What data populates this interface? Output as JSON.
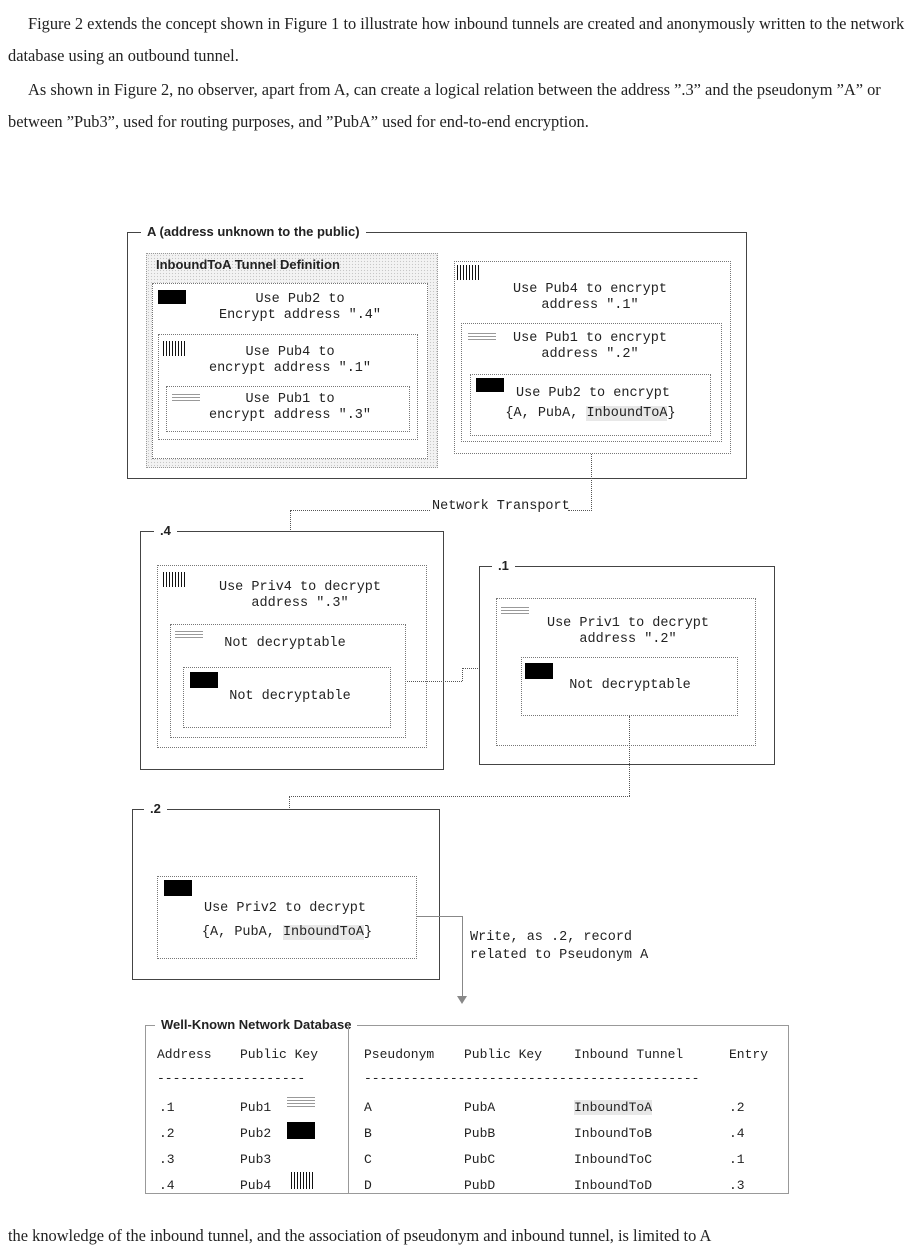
{
  "paragraphs": [
    "Figure 2 extends the concept shown in Figure 1 to illustrate how inbound tunnels are created and anonymously written to the network database using an outbound tunnel.",
    "As shown in Figure 2, no observer, apart from A, can create a logical relation between the address ”.3” and the pseudonym ”A” or between ”Pub3”, used for routing purposes, and ”PubA” used for end-to-end encryption."
  ],
  "figure": {
    "node_a": {
      "label": "A (address unknown to the public)",
      "tunnel_title": "InboundToA Tunnel Definition",
      "enc1": "Use Pub2 to\nEncrypt address \".4\"",
      "enc2": "Use Pub4 to\nencrypt address \".1\"",
      "enc3": "Use Pub1 to\nencrypt address \".3\"",
      "out1": "Use Pub4 to encrypt\naddress \".1\"",
      "out2": "Use Pub1 to encrypt\naddress \".2\"",
      "out3_line1": "Use Pub2 to encrypt",
      "out3_line2_pre": "{A, PubA, ",
      "out3_line2_hl": "InboundToA",
      "out3_line2_post": "}"
    },
    "transport_label": "Network Transport",
    "node_4": {
      "label": ".4",
      "dec": "Use Priv4 to decrypt\naddress \".3\"",
      "nd1": "Not decryptable",
      "nd2": "Not decryptable"
    },
    "node_1": {
      "label": ".1",
      "dec": "Use Priv1 to decrypt\naddress \".2\"",
      "nd": "Not decryptable"
    },
    "node_2": {
      "label": ".2",
      "dec_line1": "Use Priv2 to decrypt",
      "dec_line2_pre": "{A, PubA, ",
      "dec_line2_hl": "InboundToA",
      "dec_line2_post": "}"
    },
    "write_label": "Write, as .2, record\nrelated to Pseudonym A",
    "database": {
      "title": "Well-Known Network Database",
      "left_headers": [
        "Address",
        "Public Key"
      ],
      "left_rows": [
        {
          "address": ".1",
          "key": "Pub1",
          "pattern": "wavy"
        },
        {
          "address": ".2",
          "key": "Pub2",
          "pattern": "black"
        },
        {
          "address": ".3",
          "key": "Pub3",
          "pattern": "none"
        },
        {
          "address": ".4",
          "key": "Pub4",
          "pattern": "bars"
        }
      ],
      "right_headers": [
        "Pseudonym",
        "Public Key",
        "Inbound Tunnel",
        "Entry"
      ],
      "right_rows": [
        [
          "A",
          "PubA",
          "InboundToA",
          ".2"
        ],
        [
          "B",
          "PubB",
          "InboundToB",
          ".4"
        ],
        [
          "C",
          "PubC",
          "InboundToC",
          ".1"
        ],
        [
          "D",
          "PubD",
          "InboundToD",
          ".3"
        ]
      ],
      "dashes_left": "-------------------",
      "dashes_right": "-------------------------------------------"
    }
  },
  "closing_text": "the knowledge of the inbound tunnel, and the association of pseudonym and inbound tunnel, is limited to A"
}
